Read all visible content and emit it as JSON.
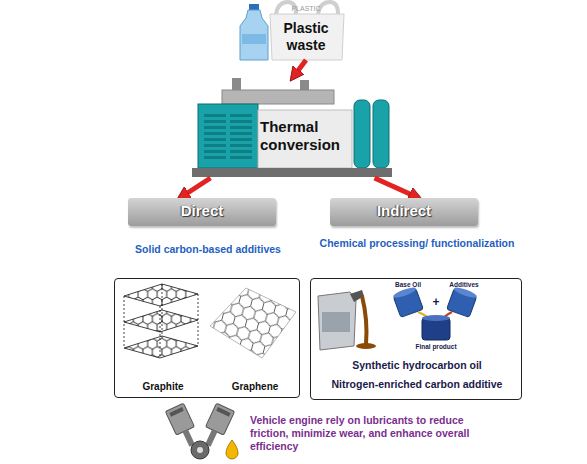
{
  "diagram": {
    "nodes": [
      {
        "text": [
          "Plastic waste"
        ]
      },
      {
        "text": [
          "Thermal conversion"
        ]
      },
      {
        "text": [
          "Direct"
        ]
      },
      {
        "text": [
          "Indirect"
        ]
      },
      {
        "text": [
          "Solid carbon-based additives",
          "Graphite",
          "Graphene"
        ]
      },
      {
        "text": [
          "Chemical processing/ functionalization",
          "Synthetic hydrocarbon oil",
          "Nitrogen-enriched carbon additive"
        ]
      }
    ],
    "edges": [
      {
        "from": 0,
        "to": 1,
        "arrow": "to"
      },
      {
        "from": 1,
        "to": 2,
        "arrow": "to"
      },
      {
        "from": 1,
        "to": 3,
        "arrow": "to"
      }
    ],
    "labels": [
      "PLASTIC",
      "Base Oil",
      "+",
      "Additives",
      "Final product",
      "Vehicle engine rely on lubricants to reduce friction, minimize wear, and enhance overall efficiency"
    ]
  }
}
